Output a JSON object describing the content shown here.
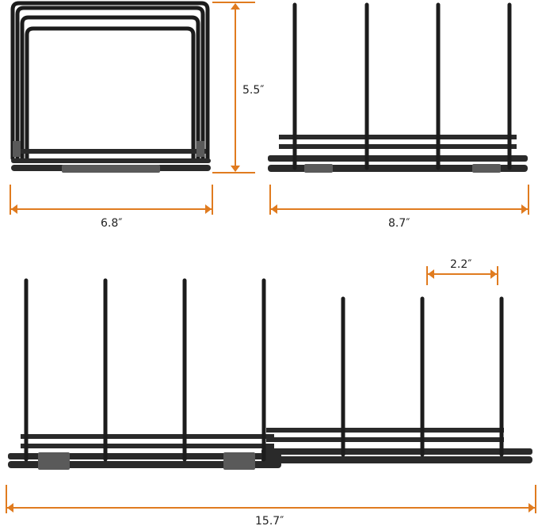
{
  "dimensions": {
    "height_front": "5.5″",
    "width_front": "6.8″",
    "length_collapsed": "8.7″",
    "length_extended": "15.7″",
    "slot_spacing": "2.2″"
  },
  "colors": {
    "dimension_line": "#e07b1f",
    "product": "#1c1c1c"
  }
}
